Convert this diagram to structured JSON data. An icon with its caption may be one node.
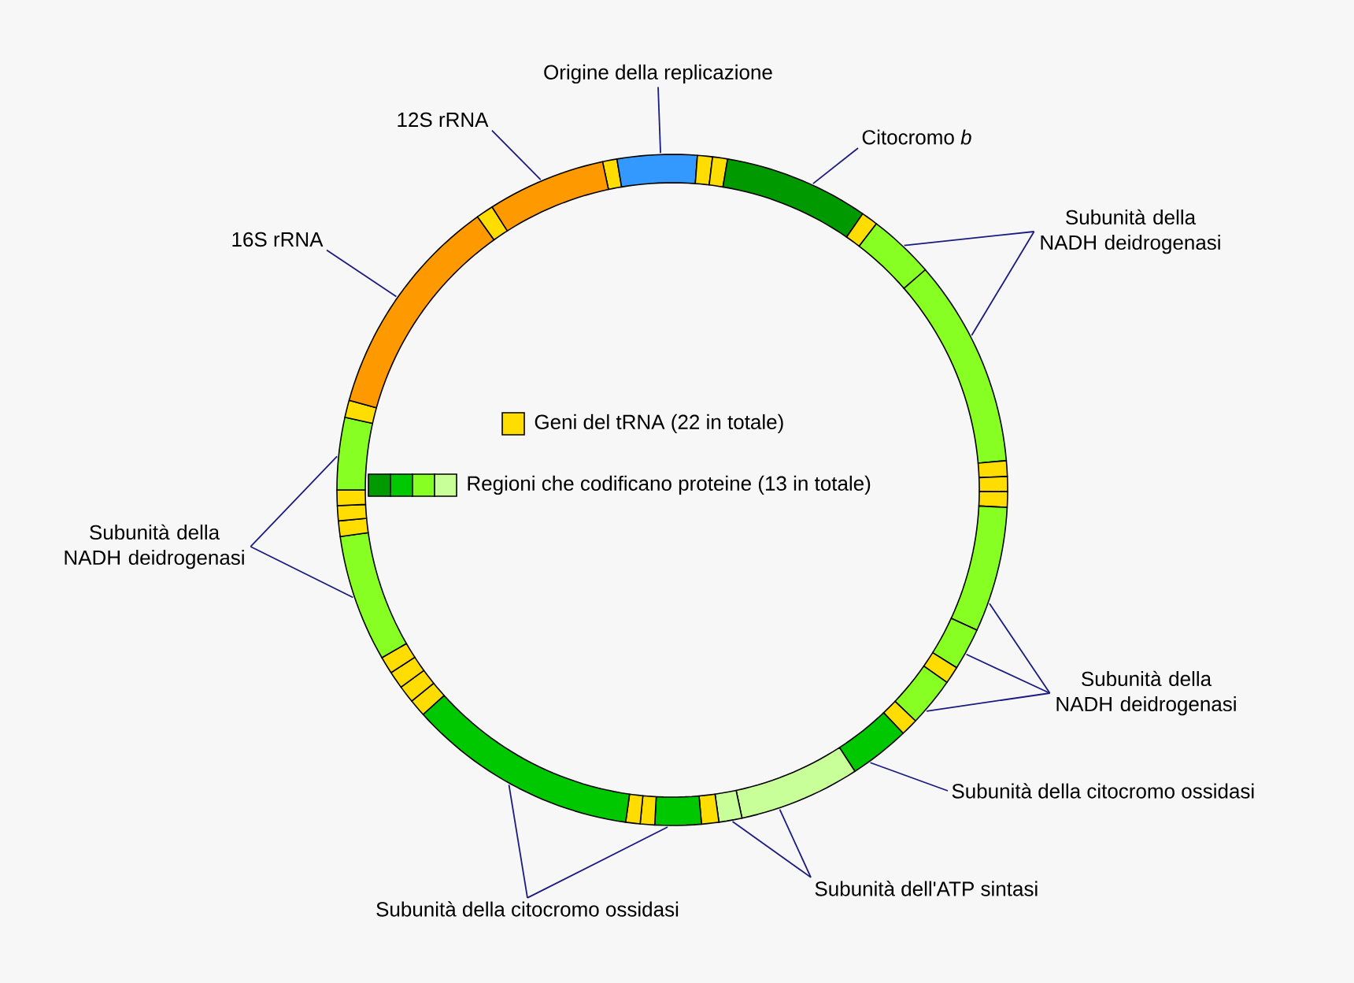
{
  "diagram": {
    "nodes": [
      {
        "text": [
          "Origine della replicazione"
        ]
      },
      {
        "text": [
          "12S rRNA"
        ]
      },
      {
        "text": [
          "16S rRNA"
        ]
      },
      {
        "text": [
          "Citocromo *b*"
        ]
      },
      {
        "text": [
          "Subunità della NADH deidrogenasi"
        ]
      },
      {
        "text": [
          "Subunità della NADH deidrogenasi"
        ]
      },
      {
        "text": [
          "Subunità della NADH deidrogenasi"
        ]
      },
      {
        "text": [
          "Subunità della citocromo ossidasi"
        ]
      },
      {
        "text": [
          "Subunità dell'ATP sintasi"
        ]
      },
      {
        "text": [
          "Subunità della citocromo ossidasi"
        ]
      }
    ],
    "edges": [
      {
        "from": 0,
        "to": null,
        "arrow": "none"
      },
      {
        "from": 1,
        "to": null,
        "arrow": "none"
      },
      {
        "from": 2,
        "to": null,
        "arrow": "none"
      },
      {
        "from": 3,
        "to": null,
        "arrow": "none"
      },
      {
        "from": 4,
        "to": null,
        "arrow": "none"
      },
      {
        "from": 4,
        "to": null,
        "arrow": "none"
      },
      {
        "from": 5,
        "to": null,
        "arrow": "none"
      },
      {
        "from": 5,
        "to": null,
        "arrow": "none"
      },
      {
        "from": 6,
        "to": null,
        "arrow": "none"
      },
      {
        "from": 6,
        "to": null,
        "arrow": "none"
      },
      {
        "from": 6,
        "to": null,
        "arrow": "none"
      },
      {
        "from": 7,
        "to": null,
        "arrow": "none"
      },
      {
        "from": 8,
        "to": null,
        "arrow": "none"
      },
      {
        "from": 8,
        "to": null,
        "arrow": "none"
      },
      {
        "from": 9,
        "to": null,
        "arrow": "none"
      },
      {
        "from": 9,
        "to": null,
        "arrow": "none"
      }
    ],
    "legend": [
      {
        "text": "Geni del tRNA (22 in totale)",
        "color": "#ffdd00"
      },
      {
        "text": "Regioni che codificano proteine (13 in totale)"
      }
    ]
  }
}
